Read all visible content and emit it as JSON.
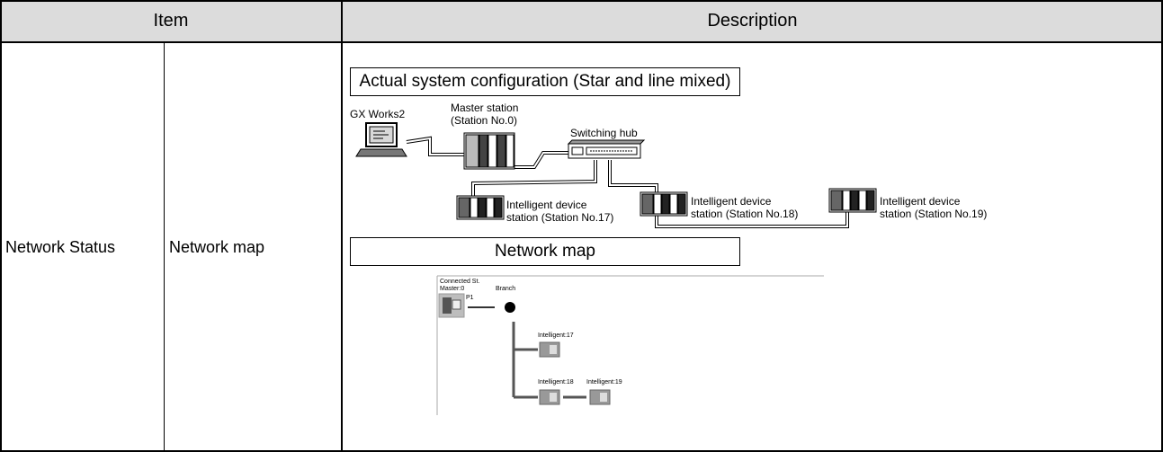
{
  "table": {
    "header_item": "Item",
    "header_description": "Description",
    "row_item": "Network Status",
    "row_subitem": "Network map"
  },
  "actual_system": {
    "title": "Actual system configuration (Star and line mixed)",
    "gx_works": "GX Works2",
    "master_line1": "Master station",
    "master_line2": "(Station No.0)",
    "switching_hub": "Switching hub",
    "dev17_line1": "Intelligent device",
    "dev17_line2": "station (Station No.17)",
    "dev18_line1": "Intelligent device",
    "dev18_line2": "station (Station No.18)",
    "dev19_line1": "Intelligent device",
    "dev19_line2": "station (Station No.19)"
  },
  "network_map": {
    "title": "Network map",
    "connected_st": "Connected St.",
    "master": "Master:0",
    "port": "P1",
    "branch": "Branch",
    "intelligent17": "Intelligent:17",
    "intelligent18": "Intelligent:18",
    "intelligent19": "Intelligent:19"
  }
}
